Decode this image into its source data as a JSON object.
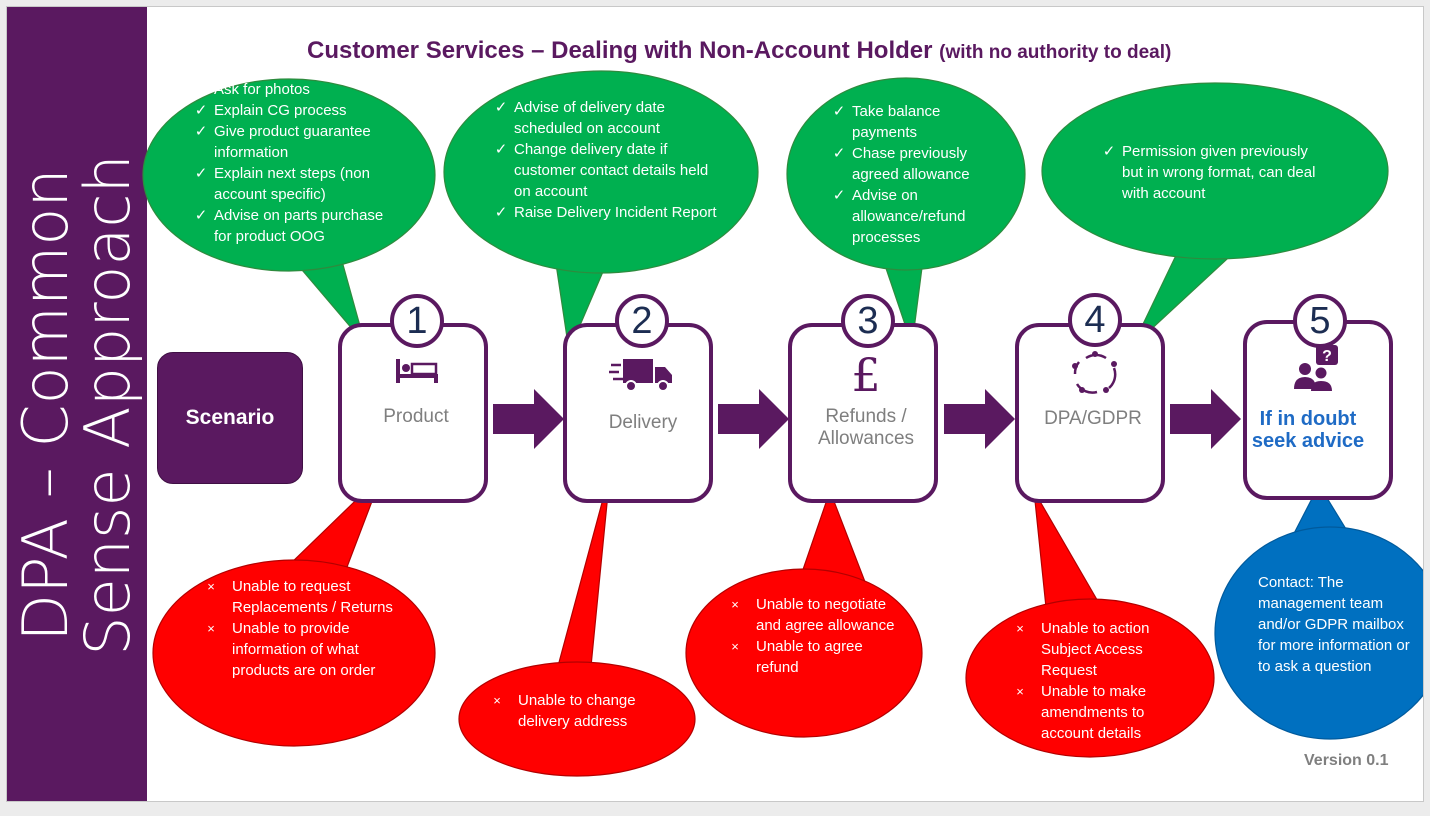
{
  "side_title": "DPA – Common Sense Approach",
  "title": {
    "main": "Customer Services – Dealing with Non-Account Holder",
    "sub": "(with no authority to deal)"
  },
  "scenario_label": "Scenario",
  "steps": [
    {
      "number": "1",
      "label": "Product",
      "icon": "bed-icon"
    },
    {
      "number": "2",
      "label": "Delivery",
      "icon": "truck-icon"
    },
    {
      "number": "3",
      "label": "Refunds / Allowances",
      "icon": "pound-icon"
    },
    {
      "number": "4",
      "label": "DPA/GDPR",
      "icon": "cycle-icon"
    },
    {
      "number": "5",
      "label": "If in doubt seek advice",
      "icon": "advice-icon"
    }
  ],
  "green_bubbles": [
    [
      "Ask for photos",
      "Explain CG process",
      "Give product guarantee information",
      "Explain next steps (non account specific)",
      "Advise on parts purchase for product OOG"
    ],
    [
      "Advise of delivery date scheduled on account",
      "Change delivery date if customer contact details held on account",
      "Raise Delivery Incident Report"
    ],
    [
      "Take balance payments",
      "Chase previously agreed allowance",
      "Advise on allowance/refund processes"
    ],
    [
      "Permission given previously but in wrong format, can deal with account"
    ]
  ],
  "red_bubbles": [
    [
      "Unable to request Replacements / Returns",
      "Unable to provide information of what products are on order"
    ],
    [
      "Unable to change delivery address"
    ],
    [
      "Unable to negotiate and agree allowance",
      "Unable to agree refund"
    ],
    [
      "Unable to action Subject Access Request",
      "Unable to make amendments to account details"
    ]
  ],
  "blue_bubble": "Contact: The management team and/or GDPR mailbox for more information or to ask a question",
  "check_mark": "✓",
  "cross_mark": "×",
  "version": "Version 0.1",
  "colors": {
    "purple": "#5a1960",
    "green": "#00b050",
    "red": "#ff0000",
    "blue": "#0070c0",
    "navy": "#1c2d52"
  }
}
